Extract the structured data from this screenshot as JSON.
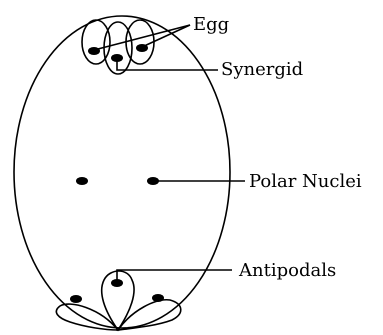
{
  "labels": {
    "egg": "Egg",
    "synergid": "Synergid",
    "polar_nuclei": "Polar Nuclei",
    "antipodals": "Antipodals"
  },
  "colors": {
    "stroke": "#000000",
    "background": "#ffffff"
  }
}
